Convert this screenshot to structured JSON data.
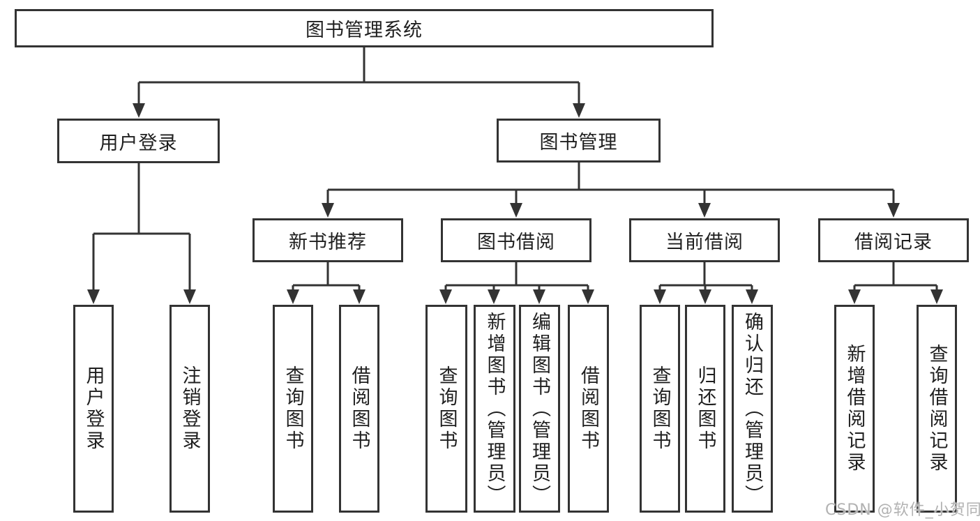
{
  "diagram": {
    "watermark": "CSDN @软件_小贺同学",
    "colors": {
      "line": "#333333",
      "text": "#1f1f1f",
      "background": "#ffffff",
      "watermark": "#b2b2b2"
    },
    "tree": {
      "label": "图书管理系统",
      "children": [
        {
          "label": "用户登录",
          "children": [
            {
              "label": "用户登录"
            },
            {
              "label": "注销登录"
            }
          ]
        },
        {
          "label": "图书管理",
          "children": [
            {
              "label": "新书推荐",
              "children": [
                {
                  "label": "查询图书"
                },
                {
                  "label": "借阅图书"
                }
              ]
            },
            {
              "label": "图书借阅",
              "children": [
                {
                  "label": "查询图书"
                },
                {
                  "label": "新增图书（管理员）"
                },
                {
                  "label": "编辑图书（管理员）"
                },
                {
                  "label": "借阅图书"
                }
              ]
            },
            {
              "label": "当前借阅",
              "children": [
                {
                  "label": "查询图书"
                },
                {
                  "label": "归还图书"
                },
                {
                  "label": "确认归还（管理员）"
                }
              ]
            },
            {
              "label": "借阅记录",
              "children": [
                {
                  "label": "新增借阅记录"
                },
                {
                  "label": "查询借阅记录"
                }
              ]
            }
          ]
        }
      ]
    }
  }
}
